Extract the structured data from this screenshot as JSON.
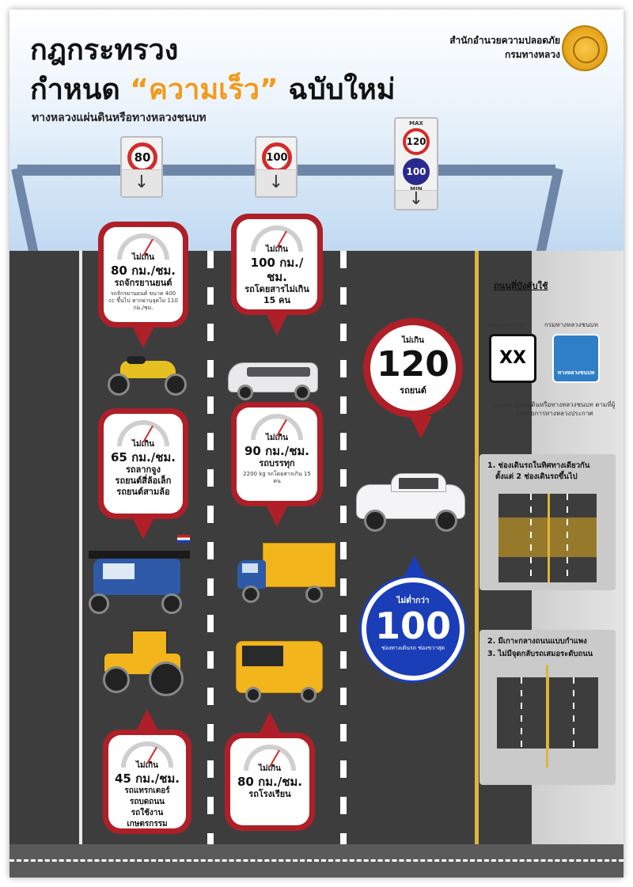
{
  "header": {
    "title_line1": "กฎกระทรวง",
    "title_line2_prefix": "กำหนด ",
    "title_line2_highlight": "“ความเร็ว”",
    "title_line2_suffix": " ฉบับใหม่",
    "subtitle": "ทางหลวงแผ่นดินหรือทางหลวงชนบท",
    "agency_line1": "สำนักอำนวยความปลอดภัย",
    "agency_line2": "กรมทางหลวง"
  },
  "gantry_signs": [
    {
      "value": "80",
      "arrow": "↓"
    },
    {
      "value": "100",
      "arrow": "↓"
    },
    {
      "max_label": "MAX",
      "max_value": "120",
      "min_value": "100",
      "min_label": "MIN",
      "arrow": "↓"
    }
  ],
  "lane1_cards": [
    {
      "max_label": "ไม่เกิน",
      "speed": "80 กม./ชม.",
      "vehicles": [
        "รถจักรยานยนต์"
      ],
      "note": "รถจักรยานยนต์ ขนาด 400 cc ขึ้นไป หากผ่านจุดไม่ 110 กม./ชม."
    },
    {
      "max_label": "ไม่เกิน",
      "speed": "65 กม./ชม.",
      "vehicles": [
        "รถลากจูง",
        "รถยนต์สี่ล้อเล็ก",
        "รถยนต์สามล้อ"
      ],
      "note": ""
    },
    {
      "max_label": "ไม่เกิน",
      "speed": "45 กม./ชม.",
      "vehicles": [
        "รถแทรกเตอร์",
        "รถบดถนน",
        "รถใช้งานเกษตรกรรม"
      ],
      "note": ""
    }
  ],
  "lane2_cards": [
    {
      "max_label": "ไม่เกิน",
      "speed": "100 กม./ชม.",
      "vehicles": [
        "รถโดยสารไม่เกิน",
        "15 คน"
      ],
      "note": ""
    },
    {
      "max_label": "ไม่เกิน",
      "speed": "90 กม./ชม.",
      "vehicles": [
        "รถบรรทุก"
      ],
      "note": "2200 kg รถโดยสารเกิน 15 คน"
    },
    {
      "max_label": "ไม่เกิน",
      "speed": "80 กม./ชม.",
      "vehicles": [
        "รถโรงเรียน"
      ],
      "note": ""
    }
  ],
  "lane3": {
    "max_sign": {
      "label": "ไม่เกิน",
      "value": "120",
      "sub": "รถยนต์"
    },
    "min_sign": {
      "label": "ไม่ต่ำกว่า",
      "value": "100",
      "sub": "ช่องทางเดินรถ ช่องขวาสุด"
    }
  },
  "panel": {
    "title": "ถนนที่บังคับใช้",
    "label_left": "กรมทางหลวง",
    "label_right": "กรมทางหลวงชนบท",
    "sign_left_text": "XX",
    "sign_right_text": "ทางหลวงชนบท",
    "caption": "ทางหลวงแผ่นดินหรือทางหลวงชนบท ตามที่ผู้อำนวยการทางหลวงประกาศ",
    "box1_line1": "1. ช่องเดินรถในทิศทางเดียวกัน",
    "box1_line2": "ตั้งแต่ 2 ช่องเดินรถขึ้นไป",
    "box2_line1": "2. มีเกาะกลางถนนแบบกำแพง",
    "box2_line2": "3. ไม่มีจุดกลับรถเสมอระดับถนน"
  },
  "colors": {
    "card_red": "#ae1f28",
    "highlight_orange": "#f29a1c",
    "min_blue": "#1a3db8",
    "road": "#3d3d3d",
    "yellow_line": "#e0b43a"
  }
}
